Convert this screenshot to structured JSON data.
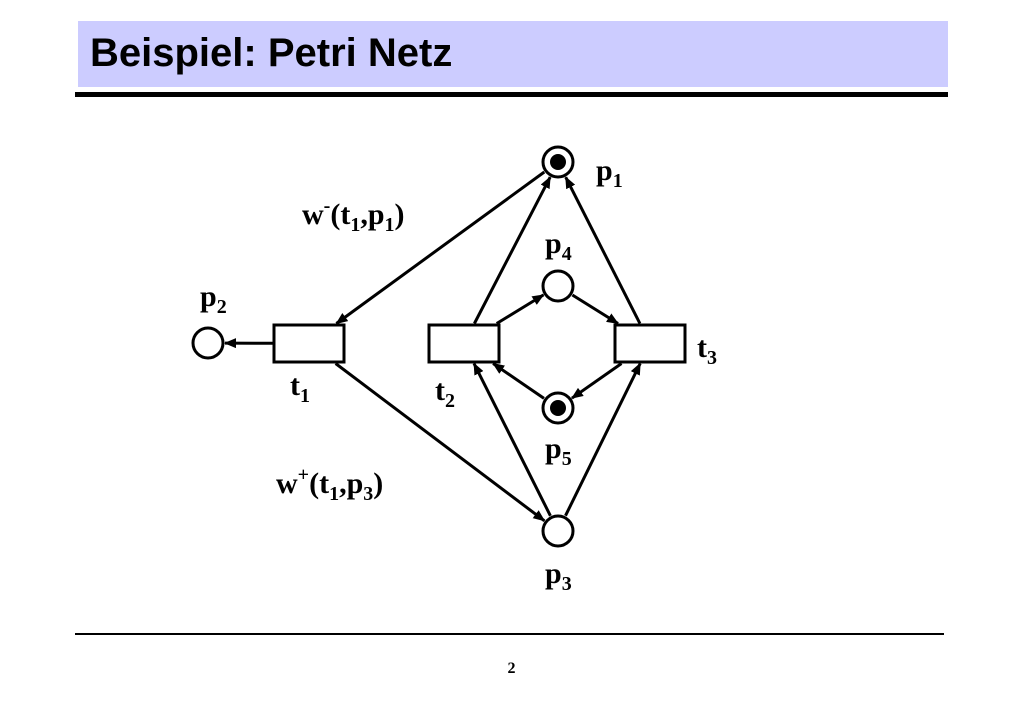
{
  "title": "Beispiel: Petri Netz",
  "page_number": "2",
  "places": {
    "p1": {
      "base": "p",
      "sub": "1",
      "tokens": 1
    },
    "p2": {
      "base": "p",
      "sub": "2",
      "tokens": 0
    },
    "p3": {
      "base": "p",
      "sub": "3",
      "tokens": 0
    },
    "p4": {
      "base": "p",
      "sub": "4",
      "tokens": 0
    },
    "p5": {
      "base": "p",
      "sub": "5",
      "tokens": 1
    }
  },
  "transitions": {
    "t1": {
      "base": "t",
      "sub": "1"
    },
    "t2": {
      "base": "t",
      "sub": "2"
    },
    "t3": {
      "base": "t",
      "sub": "3"
    }
  },
  "annotations": {
    "w_minus": {
      "w": "w",
      "sup": "-",
      "open": "(t",
      "sub1": "1",
      "mid": ",p",
      "sub2": "1",
      "close": ")"
    },
    "w_plus": {
      "w": "w",
      "sup": "+",
      "open": "(t",
      "sub1": "1",
      "mid": ",p",
      "sub2": "3",
      "close": ")"
    }
  },
  "arcs": [
    {
      "from": "p1",
      "to": "t1"
    },
    {
      "from": "t1",
      "to": "p2"
    },
    {
      "from": "t1",
      "to": "p3"
    },
    {
      "from": "t2",
      "to": "p1"
    },
    {
      "from": "t2",
      "to": "p4"
    },
    {
      "from": "p5",
      "to": "t2"
    },
    {
      "from": "p3",
      "to": "t2"
    },
    {
      "from": "p4",
      "to": "t3"
    },
    {
      "from": "t3",
      "to": "p5"
    },
    {
      "from": "t3",
      "to": "p1"
    },
    {
      "from": "p3",
      "to": "t3"
    }
  ]
}
